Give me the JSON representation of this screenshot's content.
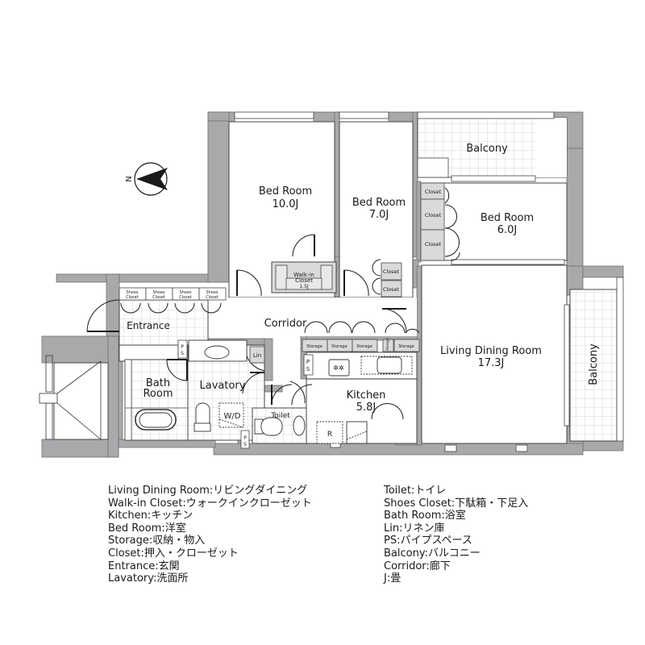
{
  "plan": {
    "compass": {
      "label": "N",
      "direction": "west"
    },
    "rooms": {
      "bedroom_1": {
        "name": "Bed Room",
        "size": "10.0J"
      },
      "bedroom_2": {
        "name": "Bed Room",
        "size": "7.0J"
      },
      "bedroom_3": {
        "name": "Bed Room",
        "size": "6.0J"
      },
      "balcony_top": {
        "name": "Balcony"
      },
      "balcony_right": {
        "name": "Balcony"
      },
      "living": {
        "name": "Living Dining Room",
        "size": "17.3J"
      },
      "kitchen": {
        "name": "Kitchen",
        "size": "5.8J"
      },
      "corridor": {
        "name": "Corridor"
      },
      "entrance": {
        "name": "Entrance"
      },
      "bath": {
        "name_line1": "Bath",
        "name_line2": "Room"
      },
      "lavatory": {
        "name": "Lavatory"
      },
      "toilet": {
        "name": "Toilet"
      },
      "walk_in": {
        "line1": "Walk-in",
        "line2": "Closet",
        "size": "1.5J"
      }
    },
    "fixtures": {
      "shoes_closet_line1": "Shoes",
      "shoes_closet_line2": "Closet",
      "closet": "Closet",
      "storage": "Storage",
      "ps_1": "P",
      "ps_2": "S",
      "lin": "Lin",
      "wd": "W/D",
      "fridge": "R"
    }
  },
  "legend": {
    "left": [
      "Living Dining Room:リビングダイニング",
      "Walk-in Closet:ウォークインクローゼット",
      "Kitchen:キッチン",
      "Bed Room:洋室",
      "Storage:収納・物入",
      "Closet:押入・クローゼット",
      "Entrance:玄関",
      "Lavatory:洗面所"
    ],
    "right": [
      "Toilet:トイレ",
      "Shoes Closet:下駄箱・下足入",
      "Bath Room:浴室",
      "Lin:リネン庫",
      "PS:パイプスペース",
      "Balcony:バルコニー",
      "Corridor:廊下",
      "J:畳"
    ]
  },
  "colors": {
    "wall": "#a7a9ab",
    "wall_stroke": "#6f7173",
    "storage_fill": "#d9dadb",
    "tile_line": "#c9cacb",
    "line": "#333333"
  }
}
